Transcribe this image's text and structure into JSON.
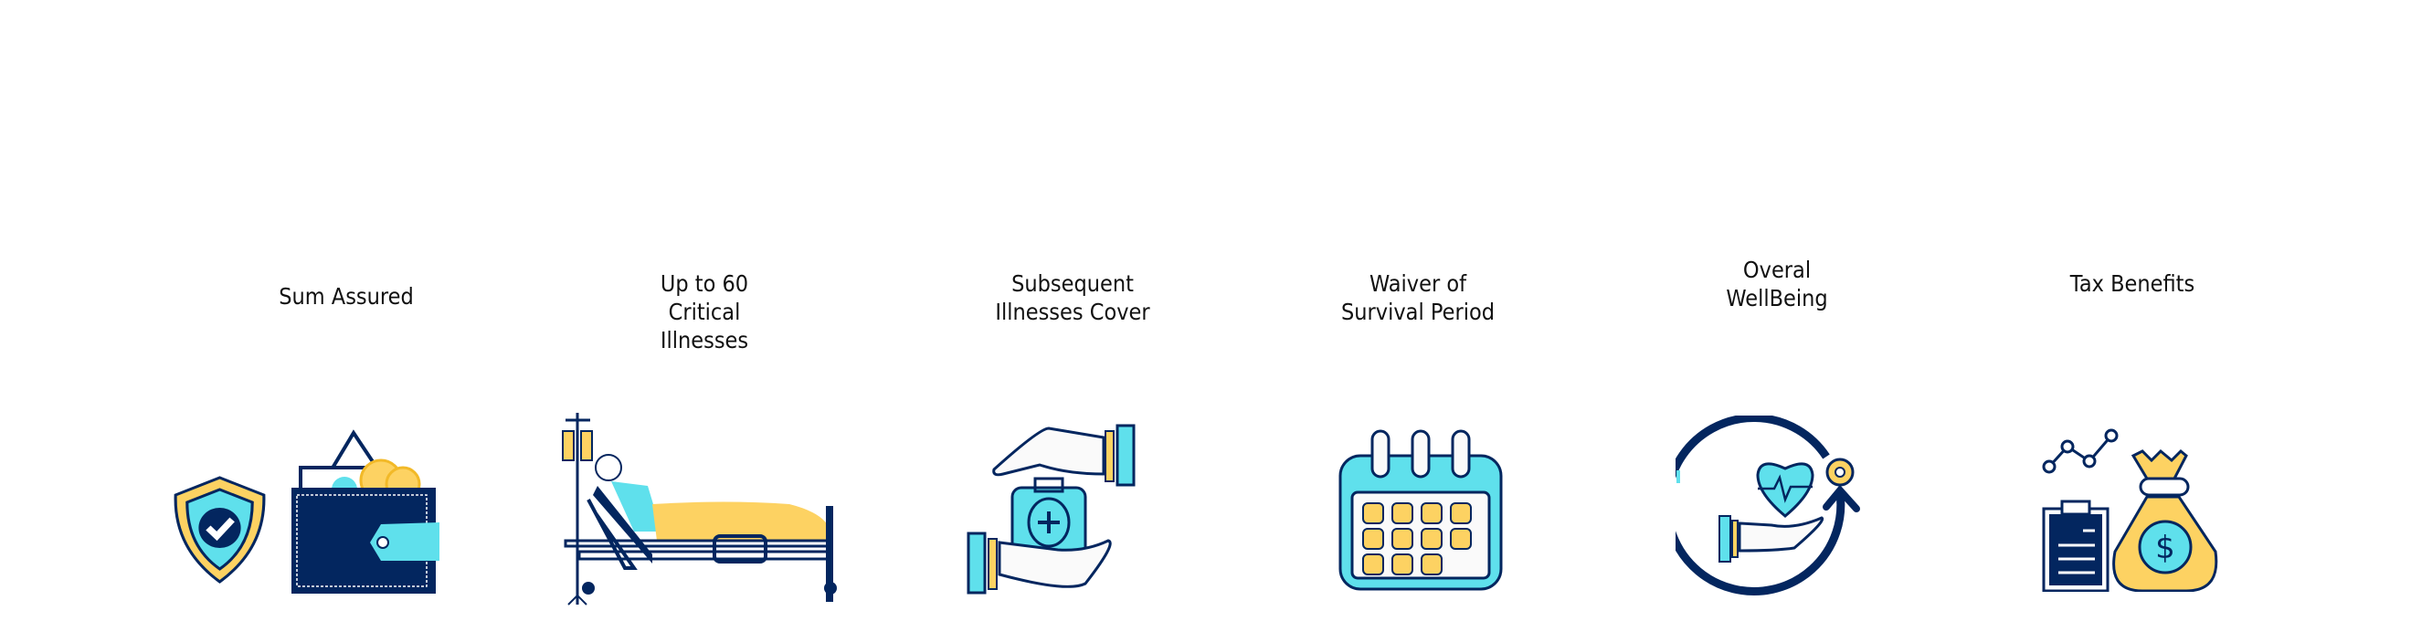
{
  "colors": {
    "navy": "#03265f",
    "cyan": "#5fe0ec",
    "yellow": "#fdd262",
    "white": "#fafafa"
  },
  "features": [
    {
      "label": "Sum Assured",
      "icon": "shield-wallet-icon"
    },
    {
      "label": "Up to 60\nCritical\nIllnesses",
      "icon": "hospital-bed-icon"
    },
    {
      "label": "Subsequent\nIllnesses Cover",
      "icon": "hands-medical-kit-icon"
    },
    {
      "label": "Waiver of\nSurvival Period",
      "icon": "calendar-icon"
    },
    {
      "label": "Overal\nWellBeing",
      "icon": "heart-hand-cycle-icon"
    },
    {
      "label": "Tax Benefits",
      "icon": "money-bag-clipboard-icon"
    }
  ]
}
